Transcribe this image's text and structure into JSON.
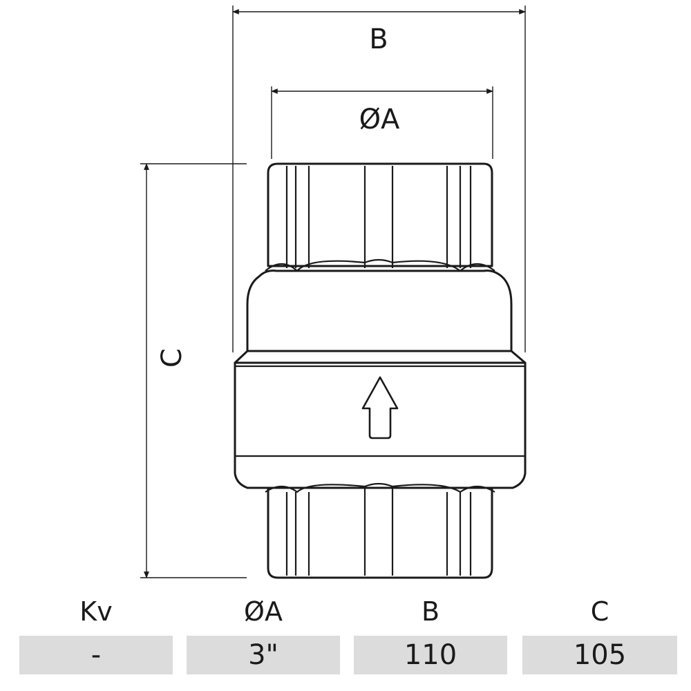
{
  "drawing": {
    "dimension_labels": {
      "B": "B",
      "A": "ØA",
      "C": "C"
    },
    "flow_arrow_icon": "arrow-up-icon"
  },
  "spec_table": {
    "headers": [
      "Kv",
      "ØA",
      "B",
      "C"
    ],
    "values": [
      "-",
      "3\"",
      "110",
      "105"
    ]
  },
  "colors": {
    "line": "#1a1a1a",
    "table_cell_bg": "#dcdcdc",
    "background": "#ffffff"
  }
}
